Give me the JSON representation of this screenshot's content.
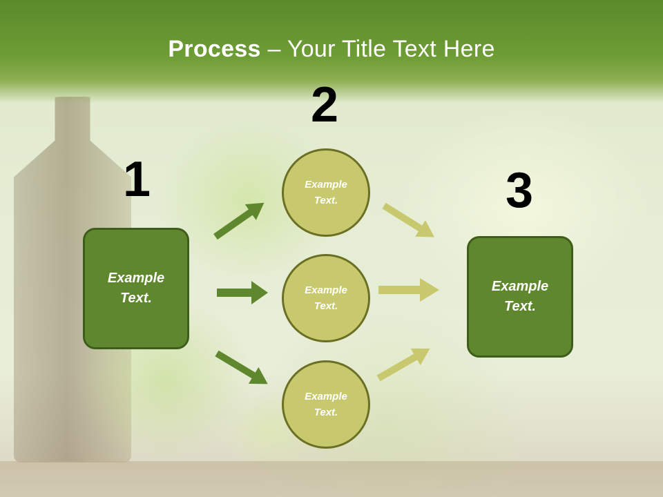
{
  "slide": {
    "title_bold": "Process",
    "title_rest": " – Your Title Text Here"
  },
  "steps": {
    "one": {
      "number": "1",
      "line1": "Example",
      "line2": "Text."
    },
    "two": {
      "number": "2"
    },
    "three": {
      "number": "3",
      "line1": "Example",
      "line2": "Text."
    }
  },
  "circles": [
    {
      "line1": "Example",
      "line2": "Text."
    },
    {
      "line1": "Example",
      "line2": "Text."
    },
    {
      "line1": "Example",
      "line2": "Text."
    }
  ],
  "colors": {
    "header_green": "#5a8a2a",
    "box_green": "#5f872e",
    "circle_olive": "#c8c96e",
    "arrow_left": "#5f872e",
    "arrow_right": "#c8c96e"
  }
}
